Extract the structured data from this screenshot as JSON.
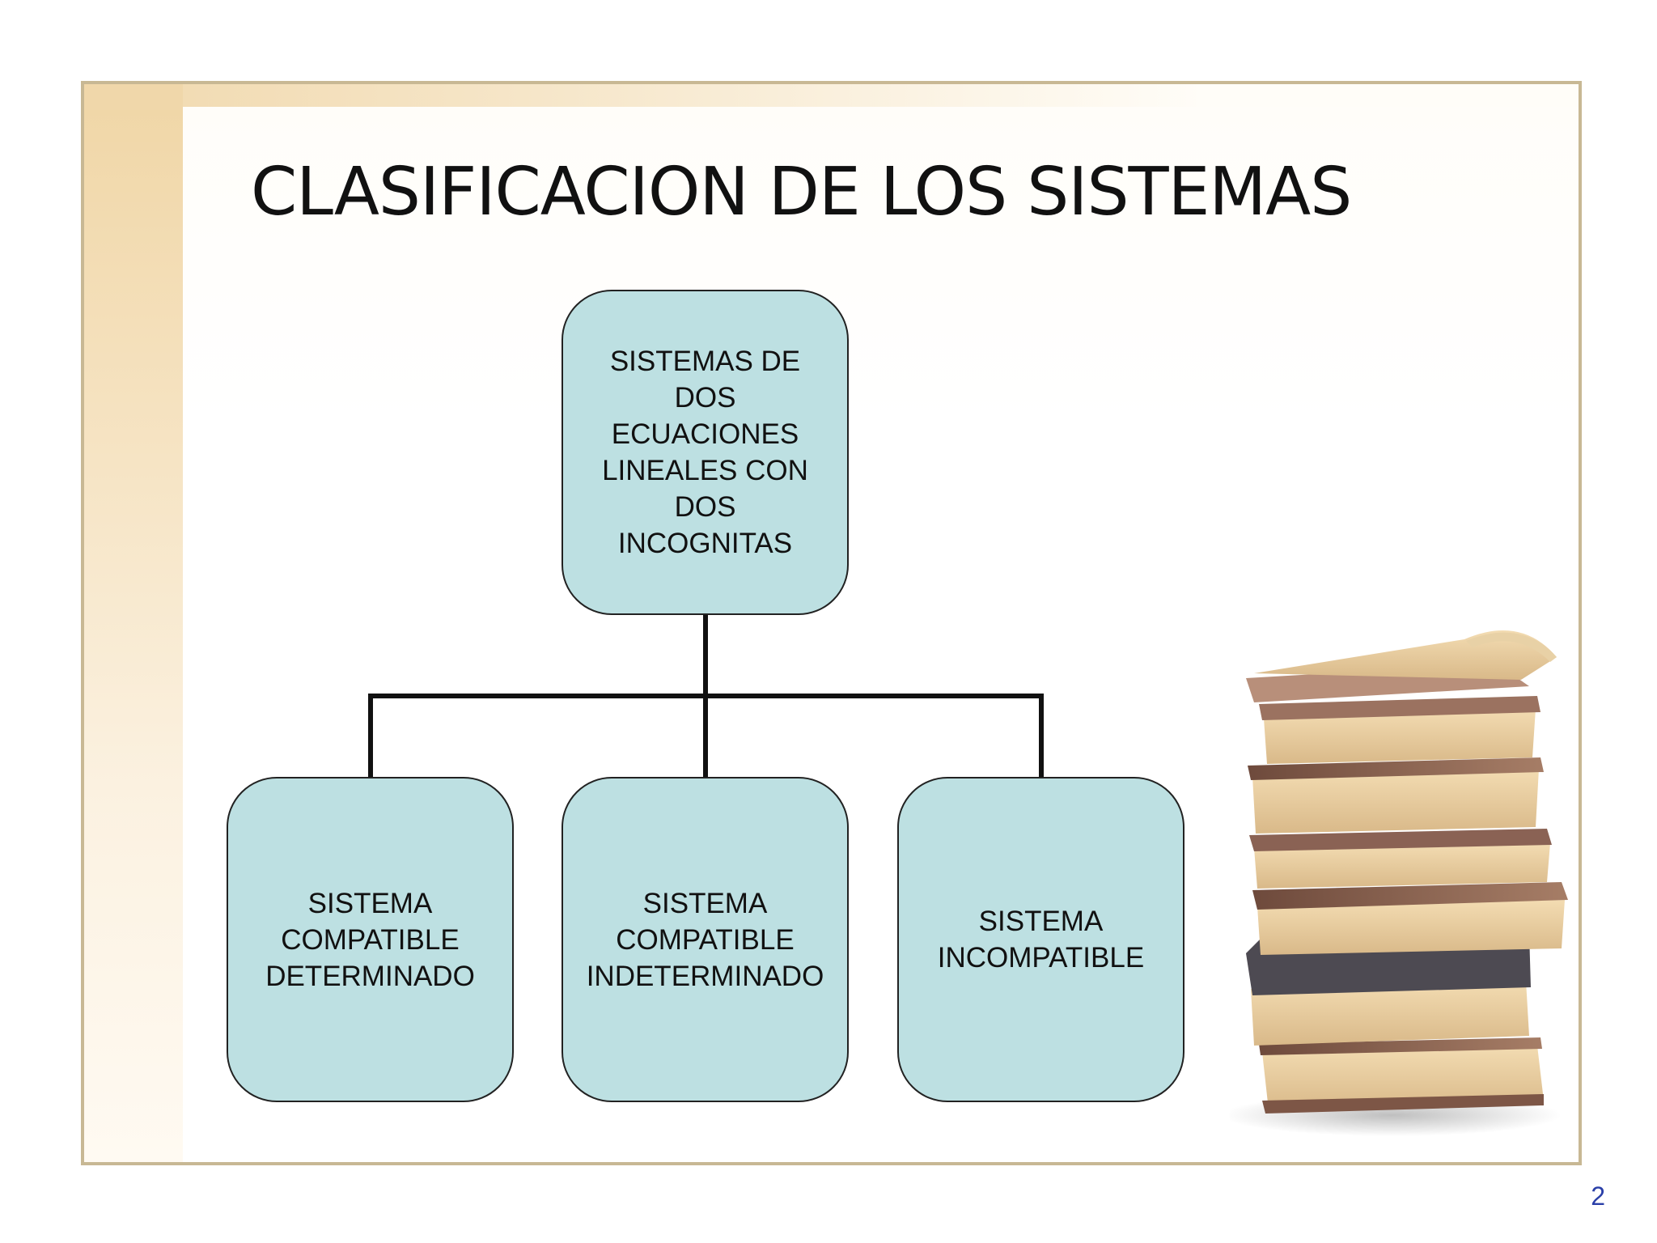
{
  "slide": {
    "title": "CLASIFICACION DE LOS SISTEMAS",
    "page_number": "2"
  },
  "diagram": {
    "root": {
      "label": "SISTEMAS DE\nDOS\nECUACIONES\nLINEALES CON\nDOS\nINCOGNITAS"
    },
    "children": [
      {
        "label": "SISTEMA\nCOMPATIBLE\nDETERMINADO"
      },
      {
        "label": "SISTEMA\nCOMPATIBLE\nINDETERMINADO"
      },
      {
        "label": "SISTEMA\nINCOMPATIBLE"
      }
    ]
  },
  "colors": {
    "node_fill": "#bde0e2",
    "node_border": "#222222",
    "frame_border": "#c8b894",
    "page_number": "#2a3fa8"
  },
  "images": {
    "decor": "stack-of-books"
  }
}
